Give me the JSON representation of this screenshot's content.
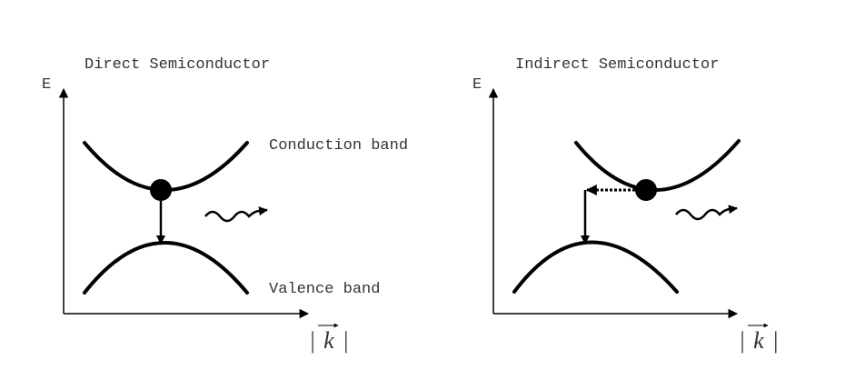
{
  "left_panel": {
    "title": "Direct Semiconductor",
    "y_label": "E",
    "x_label": "|k|",
    "conduction_label": "Conduction band",
    "valence_label": "Valence band"
  },
  "right_panel": {
    "title": "Indirect Semiconductor",
    "y_label": "E",
    "x_label": "|k|"
  }
}
